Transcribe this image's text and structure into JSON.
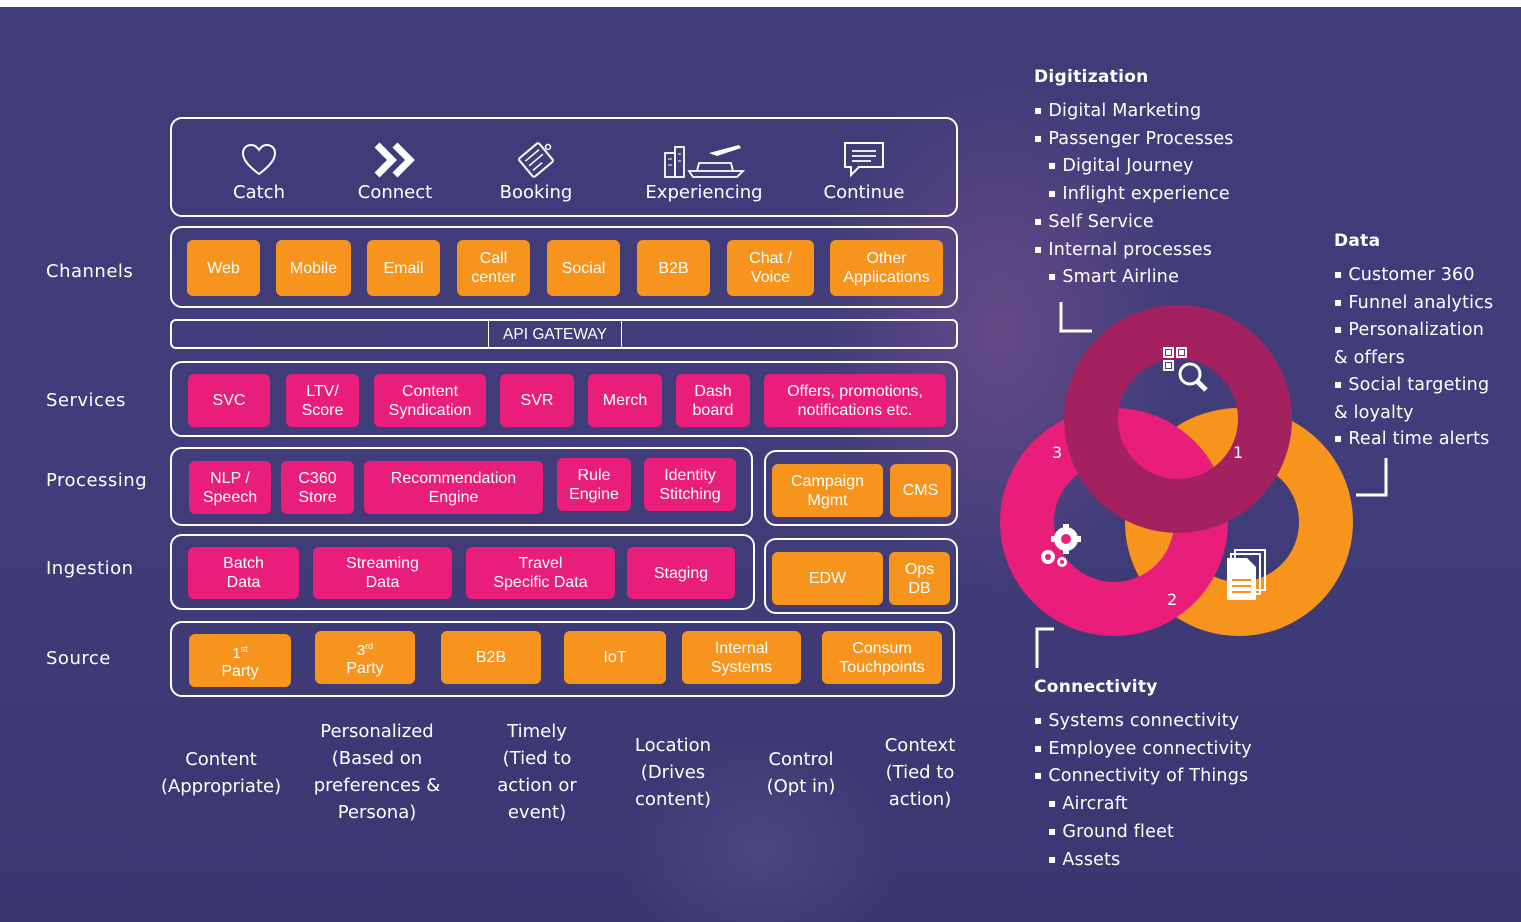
{
  "colors": {
    "orange": "#f7941d",
    "pink": "#e91e7a",
    "maroon": "#a3215f",
    "background": "#3f3c78"
  },
  "stages": [
    {
      "icon": "heart-icon",
      "label": "Catch"
    },
    {
      "icon": "double-chevron-icon",
      "label": "Connect"
    },
    {
      "icon": "ticket-icon",
      "label": "Booking"
    },
    {
      "icon": "plane-ship-icon",
      "label": "Experiencing"
    },
    {
      "icon": "chat-icon",
      "label": "Continue"
    }
  ],
  "rows": {
    "channels": "Channels",
    "services": "Services",
    "processing": "Processing",
    "ingestion": "Ingestion",
    "source": "Source"
  },
  "channels": [
    "Web",
    "Mobile",
    "Email",
    "Call\ncenter",
    "Social",
    "B2B",
    "Chat /\nVoice",
    "Other\nApplications"
  ],
  "api_gateway": "API GATEWAY",
  "services": [
    "SVC",
    "LTV/\nScore",
    "Content\nSyndication",
    "SVR",
    "Merch",
    "Dash\nboard",
    "Offers, promotions,\nnotifications etc."
  ],
  "processing": [
    "NLP /\nSpeech",
    "C360\nStore",
    "Recommendation\nEngine",
    "Rule\nEngine",
    "Identity\nStitching"
  ],
  "processing_side": [
    "Campaign\nMgmt",
    "CMS"
  ],
  "ingestion": [
    "Batch\nData",
    "Streaming\nData",
    "Travel\nSpecific Data",
    "Staging"
  ],
  "ingestion_side": [
    "EDW",
    "Ops\nDB"
  ],
  "source": {
    "first_num": "1",
    "first_sup": "st",
    "first_word": "Party",
    "third_num": "3",
    "third_sup": "rd",
    "third_word": "Party",
    "others": [
      "B2B",
      "IoT",
      "Internal\nSystems",
      "Consum\nTouchpoints"
    ]
  },
  "principles": [
    "Content\n(Appropriate)",
    "Personalized\n(Based on\npreferences &\nPersona)",
    "Timely\n(Tied to\naction or\nevent)",
    "Location\n(Drives\ncontent)",
    "Control\n(Opt in)",
    "Context\n(Tied to\naction)"
  ],
  "digitization": {
    "title": "Digitization",
    "items": [
      {
        "text": "Digital Marketing",
        "sub": false
      },
      {
        "text": "Passenger Processes",
        "sub": false
      },
      {
        "text": "Digital Journey",
        "sub": true
      },
      {
        "text": "Inflight experience",
        "sub": true
      },
      {
        "text": "Self Service",
        "sub": false
      },
      {
        "text": "Internal processes",
        "sub": false
      },
      {
        "text": "Smart Airline",
        "sub": true
      }
    ]
  },
  "data_panel": {
    "title": "Data",
    "items": [
      "Customer 360",
      "Funnel analytics",
      "Personalization\n& offers",
      "Social targeting\n& loyalty",
      "Real time alerts"
    ]
  },
  "connectivity": {
    "title": "Connectivity",
    "items": [
      {
        "text": "Systems connectivity",
        "sub": false
      },
      {
        "text": "Employee connectivity",
        "sub": false
      },
      {
        "text": "Connectivity of Things",
        "sub": false
      },
      {
        "text": "Aircraft",
        "sub": true
      },
      {
        "text": "Ground fleet",
        "sub": true
      },
      {
        "text": "Assets",
        "sub": true
      }
    ]
  },
  "venn": {
    "labels": [
      "1",
      "2",
      "3"
    ],
    "icons": [
      "qr-search-icon",
      "document-icon",
      "gears-icon"
    ]
  }
}
